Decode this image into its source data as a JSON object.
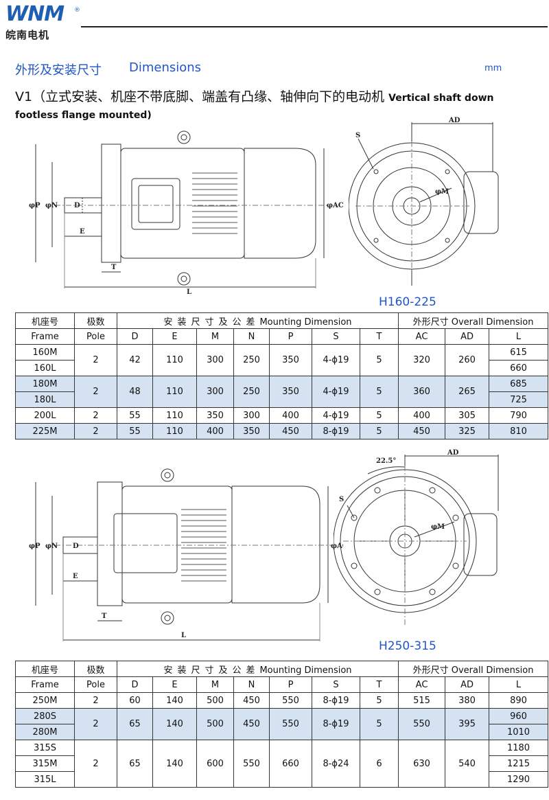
{
  "brand": {
    "logo_text": "WNM",
    "registered": "®",
    "name_cn": "皖南电机"
  },
  "section": {
    "title_cn": "外形及安装尺寸",
    "title_en": "Dimensions",
    "unit": "mm"
  },
  "heading": {
    "v1_cn": "V1（立式安装、机座不带底脚、端盖有凸缘、轴伸向下的电动机",
    "v1_en_part1": "Vertical shaft down",
    "v1_en_part2": "footless flange mounted)"
  },
  "drawing_labels": {
    "P": "φP",
    "N": "φN",
    "D": "D",
    "E": "E",
    "T": "T",
    "L": "L",
    "AC": "φAC",
    "AD": "AD",
    "S": "S",
    "M": "φM",
    "angle": "22.5°"
  },
  "table_headers": {
    "frame_cn": "机座号",
    "frame_en": "Frame",
    "pole_cn": "极数",
    "pole_en": "Pole",
    "mounting": "安装尺寸及公差 Mounting Dimension",
    "mounting_cn": "安装尺寸及公差",
    "mounting_en": "Mounting Dimension",
    "overall": "外形尺寸 Overall Dimension",
    "cols": [
      "D",
      "E",
      "M",
      "N",
      "P",
      "S",
      "T",
      "AC",
      "AD",
      "L"
    ]
  },
  "table1": {
    "caption": "H160-225",
    "groups": [
      {
        "frames": [
          "160M",
          "160L"
        ],
        "pole": "2",
        "D": "42",
        "E": "110",
        "M": "300",
        "N": "250",
        "P": "350",
        "S": "4-ϕ19",
        "T": "5",
        "AC": "320",
        "AD": "260",
        "L": [
          "615",
          "660"
        ]
      },
      {
        "frames": [
          "180M",
          "180L"
        ],
        "pole": "2",
        "D": "48",
        "E": "110",
        "M": "300",
        "N": "250",
        "P": "350",
        "S": "4-ϕ19",
        "T": "5",
        "AC": "360",
        "AD": "265",
        "L": [
          "685",
          "725"
        ]
      },
      {
        "frames": [
          "200L"
        ],
        "pole": "2",
        "D": "55",
        "E": "110",
        "M": "350",
        "N": "300",
        "P": "400",
        "S": "4-ϕ19",
        "T": "5",
        "AC": "400",
        "AD": "305",
        "L": [
          "790"
        ]
      },
      {
        "frames": [
          "225M"
        ],
        "pole": "2",
        "D": "55",
        "E": "110",
        "M": "400",
        "N": "350",
        "P": "450",
        "S": "8-ϕ19",
        "T": "5",
        "AC": "450",
        "AD": "325",
        "L": [
          "810"
        ]
      }
    ]
  },
  "table2": {
    "caption": "H250-315",
    "groups": [
      {
        "frames": [
          "250M"
        ],
        "pole": "2",
        "D": "60",
        "E": "140",
        "M": "500",
        "N": "450",
        "P": "550",
        "S": "8-ϕ19",
        "T": "5",
        "AC": "515",
        "AD": "380",
        "L": [
          "890"
        ]
      },
      {
        "frames": [
          "280S",
          "280M"
        ],
        "pole": "2",
        "D": "65",
        "E": "140",
        "M": "500",
        "N": "450",
        "P": "550",
        "S": "8-ϕ19",
        "T": "5",
        "AC": "550",
        "AD": "395",
        "L": [
          "960",
          "1010"
        ]
      },
      {
        "frames": [
          "315S",
          "315M",
          "315L"
        ],
        "pole": "2",
        "D": "65",
        "E": "140",
        "M": "600",
        "N": "550",
        "P": "660",
        "S": "8-ϕ24",
        "T": "6",
        "AC": "630",
        "AD": "540",
        "L": [
          "1180",
          "1215",
          "1290"
        ]
      }
    ]
  },
  "colors": {
    "accent": "#1f55c8",
    "highlight_row": "#d4e2f2"
  }
}
